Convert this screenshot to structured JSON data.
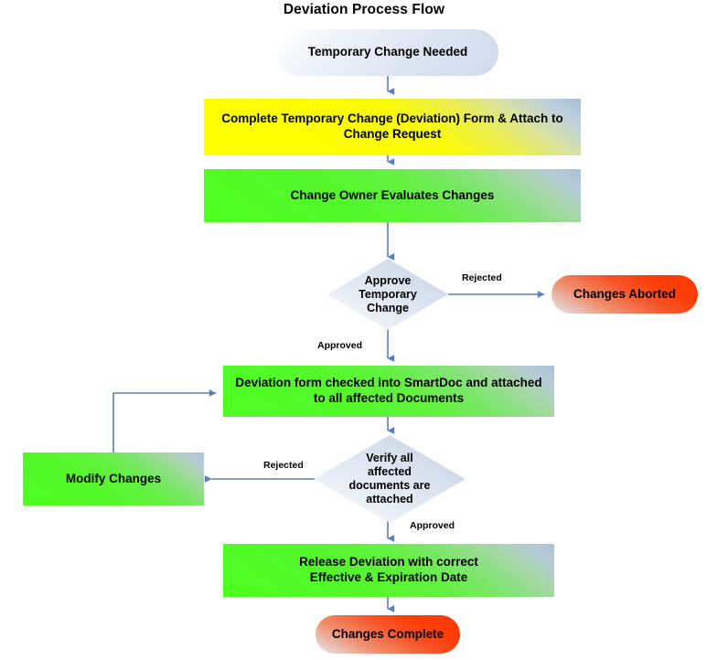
{
  "diagram": {
    "title": "Deviation Process Flow",
    "type": "flowchart",
    "colors": {
      "start_fill": "#dde5f2",
      "decision_fill": "#dbe4f0",
      "process_green": "#4dff1f",
      "process_yellow": "#ffff00",
      "terminator_red": "#fd3d05",
      "connector_line": "#5b7fbe",
      "text": "#000000"
    },
    "nodes": [
      {
        "id": "start",
        "shape": "terminator",
        "label": "Temporary Change Needed"
      },
      {
        "id": "complete-form",
        "shape": "process",
        "label": "Complete Temporary Change (Deviation) Form & Attach to Change Request"
      },
      {
        "id": "evaluate",
        "shape": "process",
        "label": "Change Owner Evaluates Changes"
      },
      {
        "id": "approve-temp",
        "shape": "decision",
        "label": "Approve Temporary Change"
      },
      {
        "id": "aborted",
        "shape": "terminator",
        "label": "Changes Aborted"
      },
      {
        "id": "checked-in",
        "shape": "process",
        "label": "Deviation form checked into SmartDoc and attached to all affected Documents"
      },
      {
        "id": "verify",
        "shape": "decision",
        "label": "Verify all affected documents are attached"
      },
      {
        "id": "modify",
        "shape": "process",
        "label": "Modify Changes"
      },
      {
        "id": "release",
        "shape": "process",
        "label": "Release Deviation with correct Effective & Expiration Date"
      },
      {
        "id": "complete",
        "shape": "terminator",
        "label": "Changes Complete"
      }
    ],
    "node_labels": {
      "start": "Temporary Change Needed",
      "complete_form_line1": "Complete Temporary Change (Deviation) Form & Attach to",
      "complete_form_line2": "Change Request",
      "evaluate": "Change Owner Evaluates Changes",
      "approve_temp_line1": "Approve",
      "approve_temp_line2": "Temporary",
      "approve_temp_line3": "Change",
      "aborted": "Changes Aborted",
      "checked_in_line1": "Deviation form checked into SmartDoc and attached",
      "checked_in_line2": "to all affected Documents",
      "verify_line1": "Verify all",
      "verify_line2": "affected",
      "verify_line3": "documents are",
      "verify_line4": "attached",
      "modify": "Modify Changes",
      "release_line1": "Release Deviation with correct",
      "release_line2": "Effective & Expiration Date",
      "complete": "Changes Complete"
    },
    "edge_labels": {
      "rejected_abort": "Rejected",
      "approved_checkin": "Approved",
      "rejected_modify": "Rejected",
      "approved_release": "Approved"
    },
    "edges": [
      {
        "from": "start",
        "to": "complete-form",
        "label": ""
      },
      {
        "from": "complete-form",
        "to": "evaluate",
        "label": ""
      },
      {
        "from": "evaluate",
        "to": "approve-temp",
        "label": ""
      },
      {
        "from": "approve-temp",
        "to": "aborted",
        "label": "Rejected"
      },
      {
        "from": "approve-temp",
        "to": "checked-in",
        "label": "Approved"
      },
      {
        "from": "checked-in",
        "to": "verify",
        "label": ""
      },
      {
        "from": "verify",
        "to": "modify",
        "label": "Rejected"
      },
      {
        "from": "modify",
        "to": "checked-in",
        "label": ""
      },
      {
        "from": "verify",
        "to": "release",
        "label": "Approved"
      },
      {
        "from": "release",
        "to": "complete",
        "label": ""
      }
    ]
  }
}
